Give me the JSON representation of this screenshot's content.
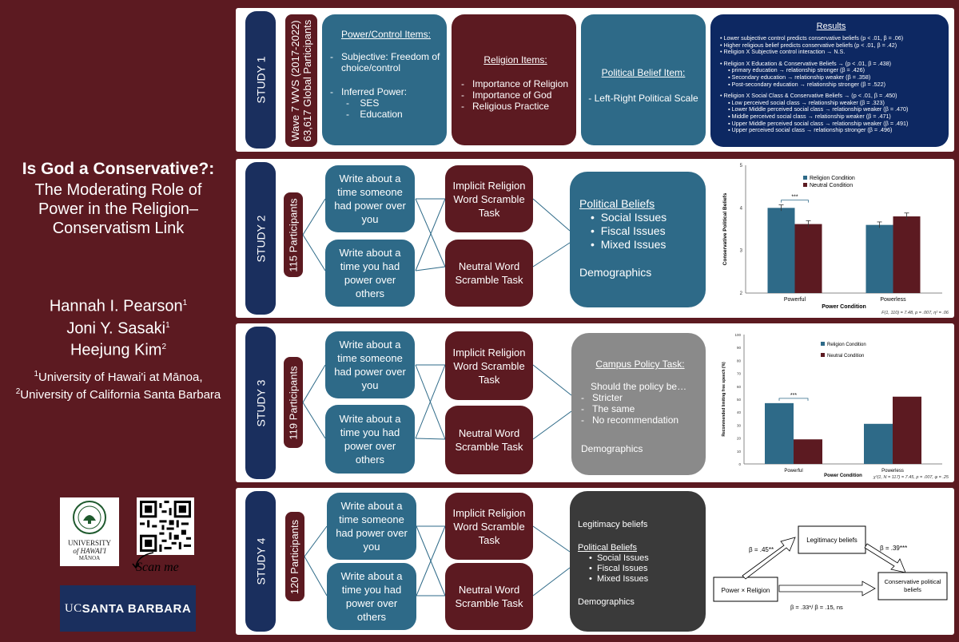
{
  "title": {
    "main": "Is God a Conservative?:",
    "sub_lines": [
      "The Moderating Role of",
      "Power in the Religion–",
      "Conservatism Link"
    ]
  },
  "authors": [
    {
      "name": "Hannah I. Pearson",
      "sup": "1"
    },
    {
      "name": "Joni Y. Sasaki",
      "sup": "1"
    },
    {
      "name": "Heejung Kim",
      "sup": "2"
    }
  ],
  "affiliations": [
    {
      "sup": "1",
      "text": "University of Hawai'i at Mānoa,"
    },
    {
      "sup": "2",
      "text": "University of California Santa Barbara"
    }
  ],
  "logos": {
    "uh_line1": "UNIVERSITY",
    "uh_line2": "of HAWAI'I",
    "uh_line3": "MĀNOA",
    "scan": "Scan me",
    "ucsb_a": "UC ",
    "ucsb_b": "SANTA BARBARA"
  },
  "study1": {
    "tab": "STUDY 1",
    "sample_line1": "Wave 7 WVS (2017-2022)",
    "sample_line2": "63,617  Global Participants",
    "power": {
      "title": "Power/Control Items:",
      "items": [
        "Subjective: Freedom of choice/control",
        "Inferred Power:"
      ],
      "sub": [
        "SES",
        "Education"
      ]
    },
    "religion": {
      "title": "Religion Items:",
      "items": [
        "Importance of Religion",
        "Importance of God",
        "Religious Practice"
      ]
    },
    "political": {
      "title": "Political Belief Item:",
      "item": "- Left-Right Political Scale"
    },
    "results": {
      "title": "Results",
      "lines": [
        {
          "t": "Lower subjective control predicts conservative beliefs (p < .01, β = .06)",
          "c": "b"
        },
        {
          "t": "Higher religious belief predicts conservative beliefs (p < .01, β = .42)",
          "c": "b"
        },
        {
          "t": "Religion X Subjective control interaction → N.S.",
          "c": "b"
        },
        {
          "t": "Religion X Education & Conservative Beliefs → (p < .01, β = .438)",
          "c": "bg"
        },
        {
          "t": "primary education → relationship stronger (β = .426)",
          "c": "i"
        },
        {
          "t": "Secondary education → relationship weaker (β = .358)",
          "c": "i"
        },
        {
          "t": "Post-secondary education → relationship stronger (β = .522)",
          "c": "i"
        },
        {
          "t": "Religion X Social Class & Conservative Beliefs → (p < .01, β = .450)",
          "c": "bg"
        },
        {
          "t": "Low perceived social class → relationship weaker (β = .323)",
          "c": "i"
        },
        {
          "t": "Lower Middle perceived social class → relationship weaker (β = .470)",
          "c": "i"
        },
        {
          "t": "Middle perceived social class → relationship weaker (β = .471)",
          "c": "i"
        },
        {
          "t": "Upper Middle perceived social class → relationship weaker (β = .491)",
          "c": "i"
        },
        {
          "t": "Upper perceived social class → relationship stronger (β = .496)",
          "c": "i"
        }
      ]
    }
  },
  "study2": {
    "tab": "STUDY 2",
    "n": "115 Participants",
    "w1": "Write about a time someone had power over you",
    "w2": "Write about a time you had power over others",
    "t1": "Implicit Religion Word Scramble Task",
    "t2": "Neutral Word Scramble Task",
    "out_title": "Political Beliefs",
    "out_items": [
      "Social Issues",
      "Fiscal Issues",
      "Mixed Issues"
    ],
    "out_demo": "Demographics"
  },
  "study3": {
    "tab": "STUDY 3",
    "n": "119 Participants",
    "w1": "Write about a time someone had power over you",
    "w2": "Write about a time you had power over others",
    "t1": "Implicit Religion Word Scramble Task",
    "t2": "Neutral Word Scramble Task",
    "out_title": "Campus Policy Task:",
    "out_q": "Should the policy be…",
    "out_items": [
      "Stricter",
      "The same",
      "No recommendation"
    ],
    "out_demo": "Demographics"
  },
  "study4": {
    "tab": "STUDY 4",
    "n": "120 Participants",
    "w1": "Write about a time someone had power over you",
    "w2": "Write about a time you had power over others",
    "t1": "Implicit Religion Word Scramble Task",
    "t2": "Neutral Word Scramble Task",
    "out_legit": "Legitimacy beliefs",
    "out_title": "Political Beliefs",
    "out_items": [
      "Social Issues",
      "Fiscal Issues",
      "Mixed Issues"
    ],
    "out_demo": "Demographics",
    "med": {
      "a": "Power × Religion",
      "m": "Legitimacy beliefs",
      "y": "Conservative political beliefs",
      "a_path": "β = .45**",
      "b_path": "β = .39***",
      "c_path": "β = .33*/ β = .15, ns"
    }
  },
  "chart_data": [
    {
      "type": "bar",
      "categories": [
        "Powerful",
        "Powerless"
      ],
      "series": [
        {
          "name": "Religion Condition",
          "values": [
            4.0,
            3.6
          ],
          "err": [
            0.07,
            0.07
          ]
        },
        {
          "name": "Neutral Condition",
          "values": [
            3.62,
            3.8
          ],
          "err": [
            0.08,
            0.08
          ]
        }
      ],
      "colors": [
        "#2e6a88",
        "#5c1a21"
      ],
      "ylabel": "Conservative Political Beliefs",
      "xlabel": "Power Condition",
      "ylim": [
        2,
        5
      ],
      "yticks": [
        "2",
        "3",
        "4",
        "5"
      ],
      "sig": "***",
      "note": "F(1, 110) = 7.48, p = .007, η² = .06",
      "legend": "top"
    },
    {
      "type": "bar",
      "categories": [
        "Powerful",
        "Powerless"
      ],
      "series": [
        {
          "name": "Religion Condition",
          "values": [
            47,
            31
          ]
        },
        {
          "name": "Neutral Condition",
          "values": [
            19,
            52
          ]
        }
      ],
      "colors": [
        "#2e6a88",
        "#5c1a21"
      ],
      "ylabel": "Recommended limiting free speech (%)",
      "xlabel": "Power Condition",
      "ylim": [
        0,
        100
      ],
      "yticks": [
        "0",
        "10",
        "20",
        "30",
        "40",
        "50",
        "60",
        "70",
        "80",
        "90",
        "100"
      ],
      "sig": "***",
      "note": "χ²(1, N = 117) = 7.45, p = .007, φ = .25",
      "legend": "top"
    }
  ]
}
